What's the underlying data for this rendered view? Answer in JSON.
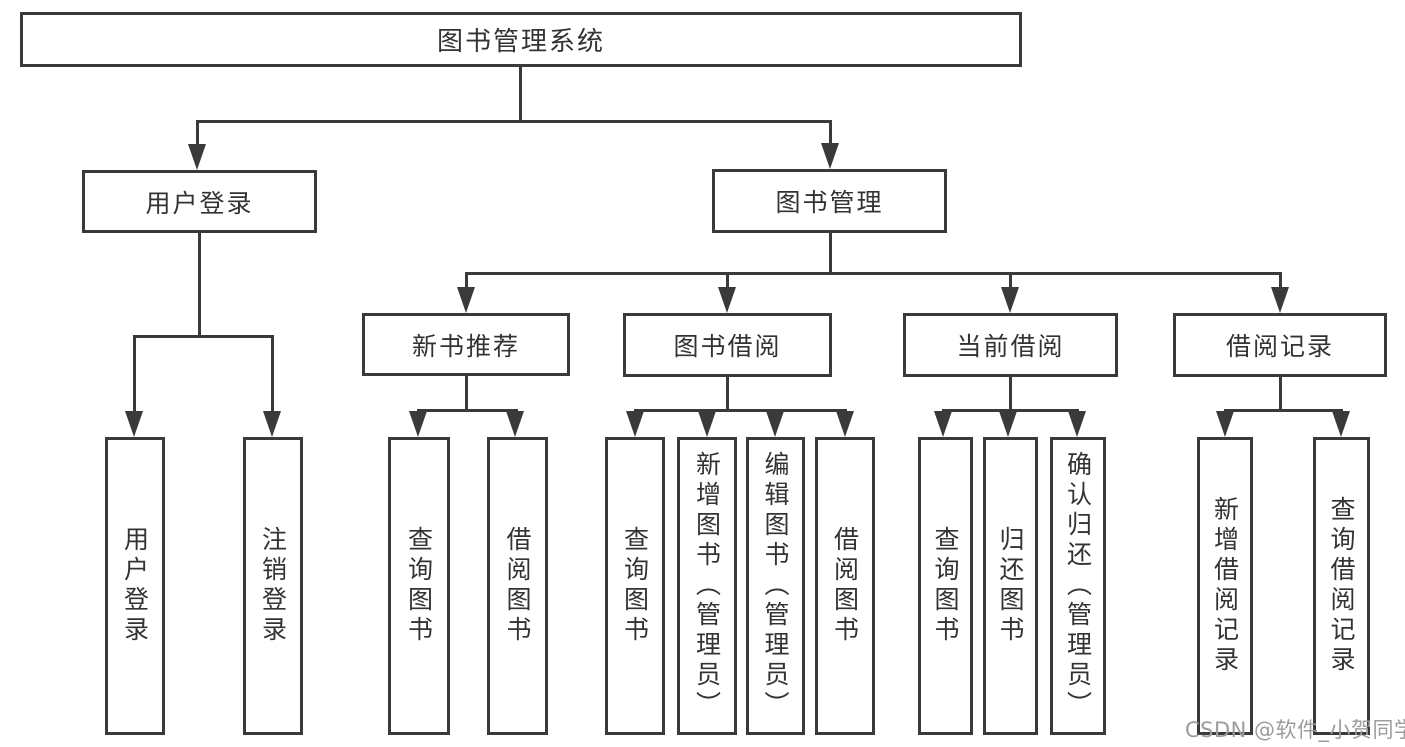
{
  "diagram": {
    "root": {
      "label": "图书管理系统"
    },
    "level1": [
      {
        "label": "用户登录"
      },
      {
        "label": "图书管理"
      }
    ],
    "level2": [
      {
        "label": "新书推荐"
      },
      {
        "label": "图书借阅"
      },
      {
        "label": "当前借阅"
      },
      {
        "label": "借阅记录"
      }
    ],
    "leaves": {
      "user_login": [
        "用户登录",
        "注销登录"
      ],
      "new_book_recommend": [
        "查询图书",
        "借阅图书"
      ],
      "book_borrow": [
        "查询图书",
        "新增图书（管理员）",
        "编辑图书（管理员）",
        "借阅图书"
      ],
      "current_borrow": [
        "查询图书",
        "归还图书",
        "确认归还（管理员）"
      ],
      "borrow_record": [
        "新增借阅记录",
        "查询借阅记录"
      ]
    }
  },
  "watermark": "CSDN @软件_小贺同学",
  "colors": {
    "line": "#3a3a3a",
    "text": "#333333",
    "background": "#ffffff",
    "watermark": "#9c9c9c"
  }
}
